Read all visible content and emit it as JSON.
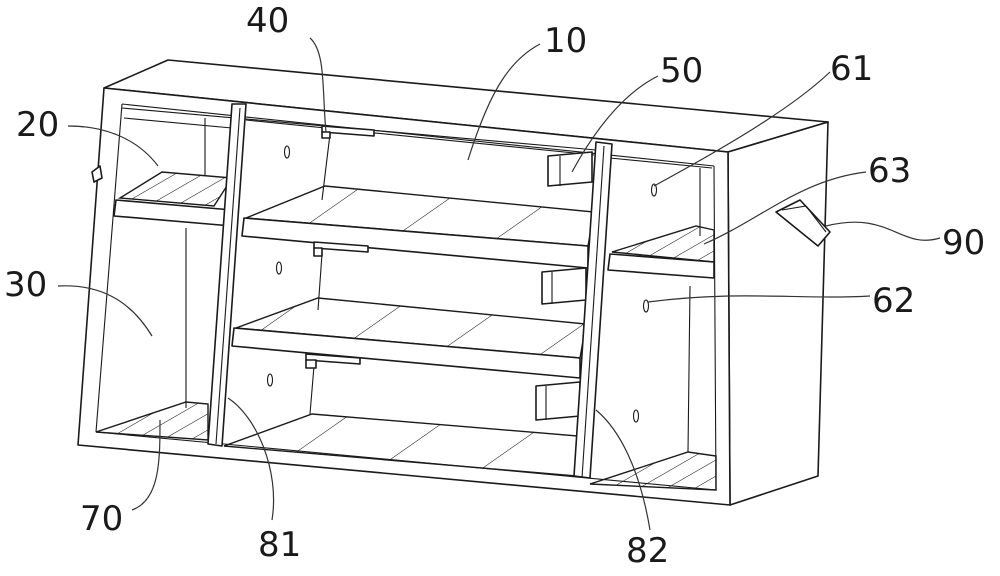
{
  "diagram": {
    "labels": {
      "l40": "40",
      "l10": "10",
      "l50": "50",
      "l61": "61",
      "l20": "20",
      "l63": "63",
      "l90": "90",
      "l30": "30",
      "l62": "62",
      "l70": "70",
      "l81": "81",
      "l82": "82"
    }
  }
}
